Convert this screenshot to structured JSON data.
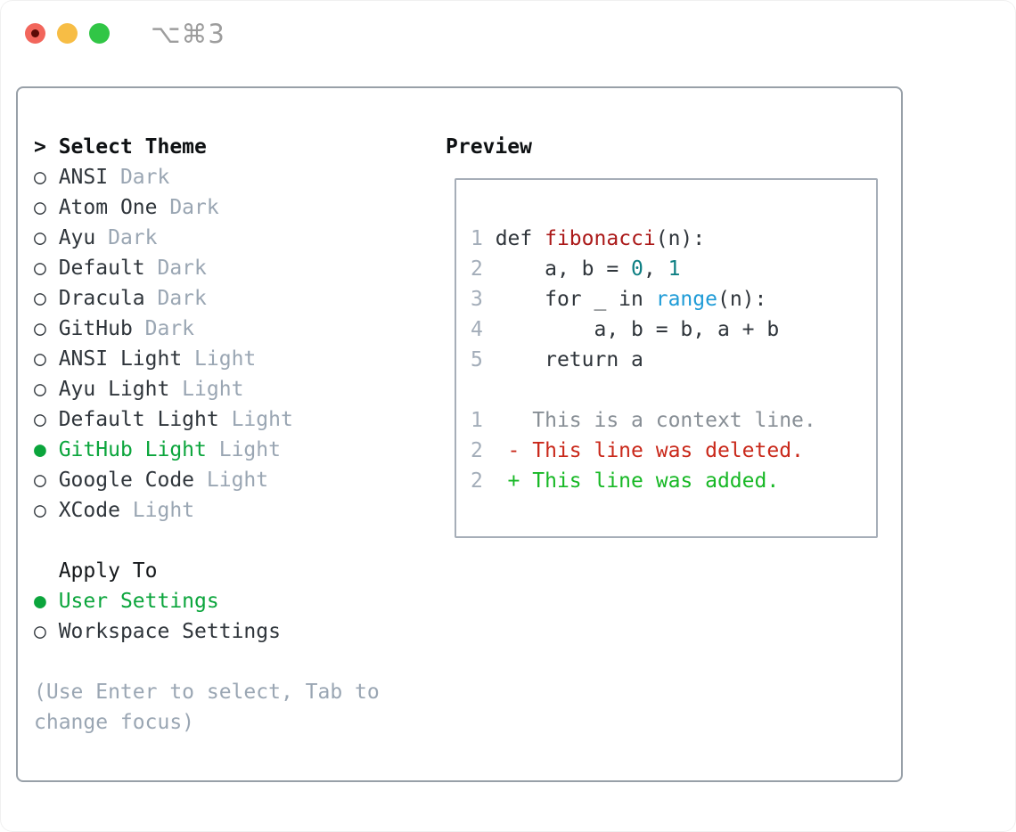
{
  "window": {
    "shortcut": "⌥⌘3"
  },
  "theme_list": {
    "title_marker": ">",
    "title": "Select Theme",
    "items": [
      {
        "name": "ANSI",
        "tag": "Dark",
        "selected": false
      },
      {
        "name": "Atom One",
        "tag": "Dark",
        "selected": false
      },
      {
        "name": "Ayu",
        "tag": "Dark",
        "selected": false
      },
      {
        "name": "Default",
        "tag": "Dark",
        "selected": false
      },
      {
        "name": "Dracula",
        "tag": "Dark",
        "selected": false
      },
      {
        "name": "GitHub",
        "tag": "Dark",
        "selected": false
      },
      {
        "name": "ANSI Light",
        "tag": "Light",
        "selected": false
      },
      {
        "name": "Ayu Light",
        "tag": "Light",
        "selected": false
      },
      {
        "name": "Default Light",
        "tag": "Light",
        "selected": false
      },
      {
        "name": "GitHub Light",
        "tag": "Light",
        "selected": true
      },
      {
        "name": "Google Code",
        "tag": "Light",
        "selected": false
      },
      {
        "name": "XCode",
        "tag": "Light",
        "selected": false
      }
    ]
  },
  "apply_to": {
    "title": "Apply To",
    "options": [
      {
        "label": "User Settings",
        "selected": true
      },
      {
        "label": "Workspace Settings",
        "selected": false
      }
    ]
  },
  "hint": {
    "lines": [
      "(Use Enter to select, Tab to",
      "change focus)"
    ]
  },
  "preview": {
    "title": "Preview",
    "lines": [
      {
        "kind": "code",
        "tokens": [
          {
            "t": "1",
            "c": "num"
          },
          {
            "t": " def ",
            "c": "code"
          },
          {
            "t": "fibonacci",
            "c": "fnred"
          },
          {
            "t": "(n):",
            "c": "code"
          }
        ]
      },
      {
        "kind": "code",
        "tokens": [
          {
            "t": "2",
            "c": "num"
          },
          {
            "t": "     a, b = ",
            "c": "code"
          },
          {
            "t": "0",
            "c": "teal"
          },
          {
            "t": ", ",
            "c": "code"
          },
          {
            "t": "1",
            "c": "teal"
          }
        ]
      },
      {
        "kind": "code",
        "tokens": [
          {
            "t": "3",
            "c": "num"
          },
          {
            "t": "     for _ in ",
            "c": "code"
          },
          {
            "t": "range",
            "c": "blue"
          },
          {
            "t": "(n):",
            "c": "code"
          }
        ]
      },
      {
        "kind": "code",
        "tokens": [
          {
            "t": "4",
            "c": "num"
          },
          {
            "t": "         a, b = b, a + b",
            "c": "code"
          }
        ]
      },
      {
        "kind": "code",
        "tokens": [
          {
            "t": "5",
            "c": "num"
          },
          {
            "t": "     return a",
            "c": "code"
          }
        ]
      },
      {
        "kind": "blank",
        "tokens": [
          {
            "t": " ",
            "c": "code"
          }
        ]
      },
      {
        "kind": "diff-context",
        "tokens": [
          {
            "t": "1",
            "c": "num"
          },
          {
            "t": "    This is a context line.",
            "c": "ctx"
          }
        ]
      },
      {
        "kind": "diff-deleted",
        "tokens": [
          {
            "t": "2",
            "c": "num"
          },
          {
            "t": "  - This line was deleted.",
            "c": "del"
          }
        ]
      },
      {
        "kind": "diff-added",
        "tokens": [
          {
            "t": "2",
            "c": "num"
          },
          {
            "t": "  + This line was added.",
            "c": "add"
          }
        ]
      }
    ]
  },
  "colors": {
    "title": "#0e1113",
    "title2": "#15181b",
    "item": "#2f353b",
    "muted": "#9aa6b3",
    "select": "#0ba53c",
    "num": "#a3adb9",
    "code": "#2f353b",
    "fnred": "#ab1919",
    "teal": "#0e7f83",
    "blue": "#1e9bd7",
    "ctx": "#878e95",
    "del": "#c9281a",
    "add": "#17b825",
    "border1": "#98a0a8",
    "border2": "#a6aeb8"
  },
  "radio": {
    "selected_glyph": "●",
    "unselected_glyph": "○"
  }
}
